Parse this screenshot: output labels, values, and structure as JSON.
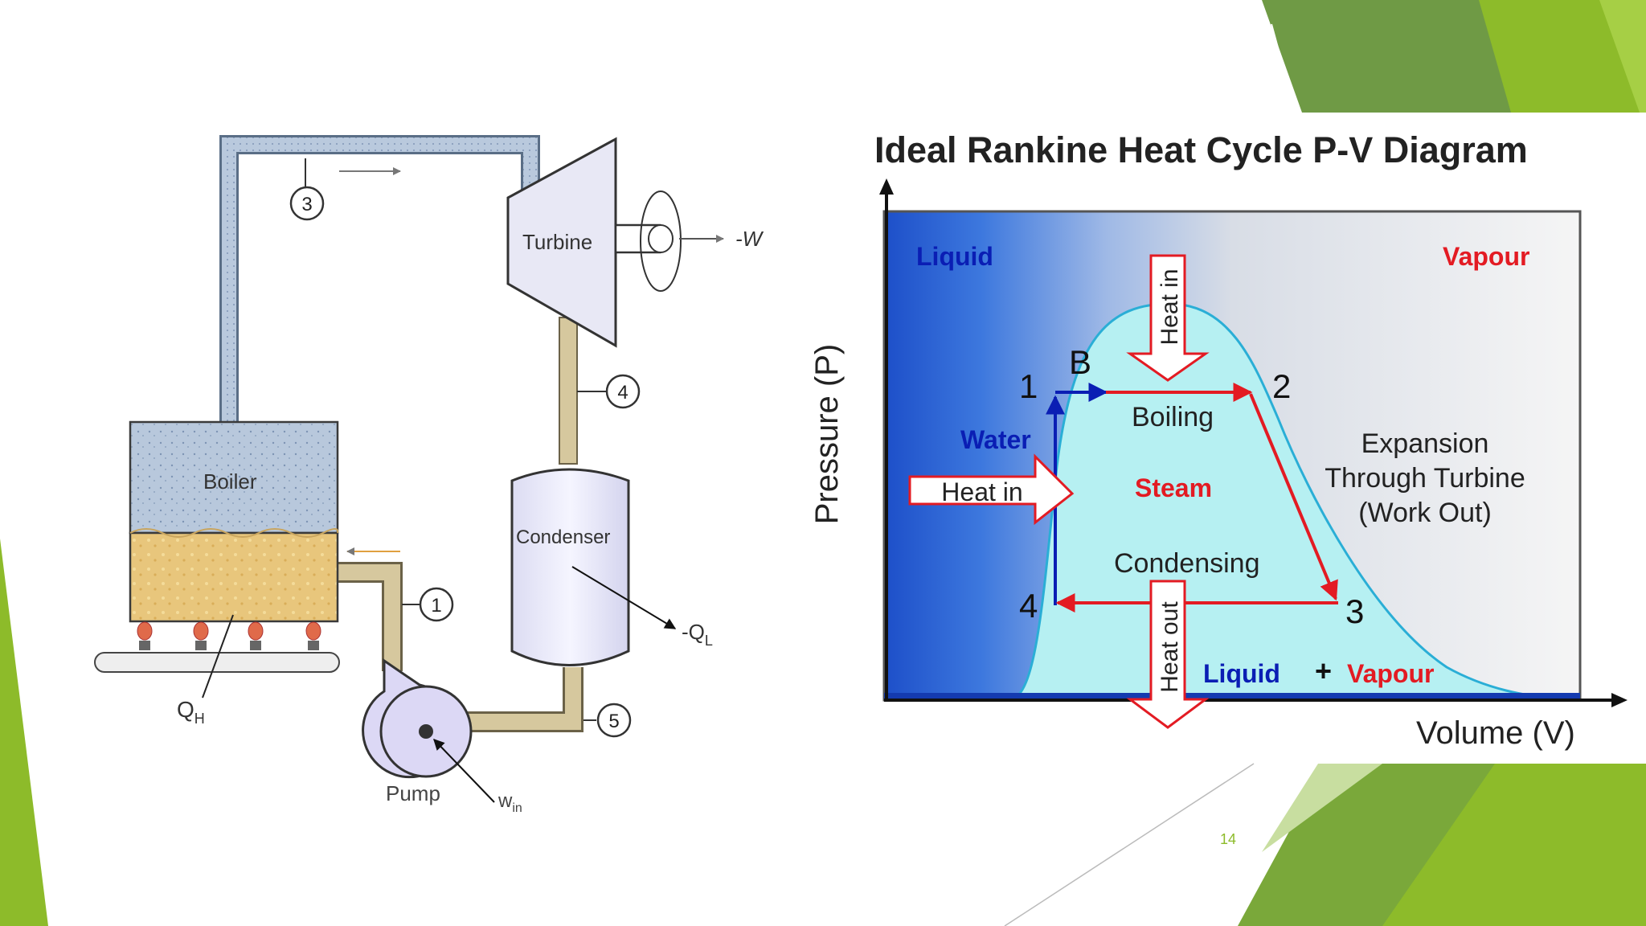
{
  "slide": {
    "page_number": "14"
  },
  "rankine_system": {
    "boiler": "Boiler",
    "turbine": "Turbine",
    "condenser": "Condenser",
    "pump": "Pump",
    "work_out": "-W",
    "heat_in": "Q",
    "heat_in_sub": "H",
    "heat_out": "-Q",
    "heat_out_sub": "L",
    "work_in": "w",
    "work_in_sub": "in",
    "state_labels": [
      "3",
      "4",
      "1",
      "5"
    ]
  },
  "pv_diagram": {
    "title": "Ideal Rankine Heat Cycle P-V Diagram",
    "y_axis": "Pressure (P)",
    "x_axis": "Volume (V)",
    "region_liquid": "Liquid",
    "region_vapour": "Vapour",
    "water": "Water",
    "steam": "Steam",
    "boiling": "Boiling",
    "condensing": "Condensing",
    "expansion": [
      "Expansion",
      "Through Turbine",
      "(Work Out)"
    ],
    "mix_liquid": "Liquid",
    "mix_plus": "+",
    "mix_vapour": "Vapour",
    "heat_in_top": "Heat in",
    "heat_in_left": "Heat in",
    "heat_out": "Heat out",
    "points": [
      "1",
      "B",
      "2",
      "3",
      "4"
    ]
  },
  "colors": {
    "accent_green": "#8dbb2a",
    "dark_green": "#6a9a3e",
    "cycle_red": "#e31b23",
    "cycle_blue": "#0a1eb4",
    "dome_cyan": "#2aaed6"
  }
}
